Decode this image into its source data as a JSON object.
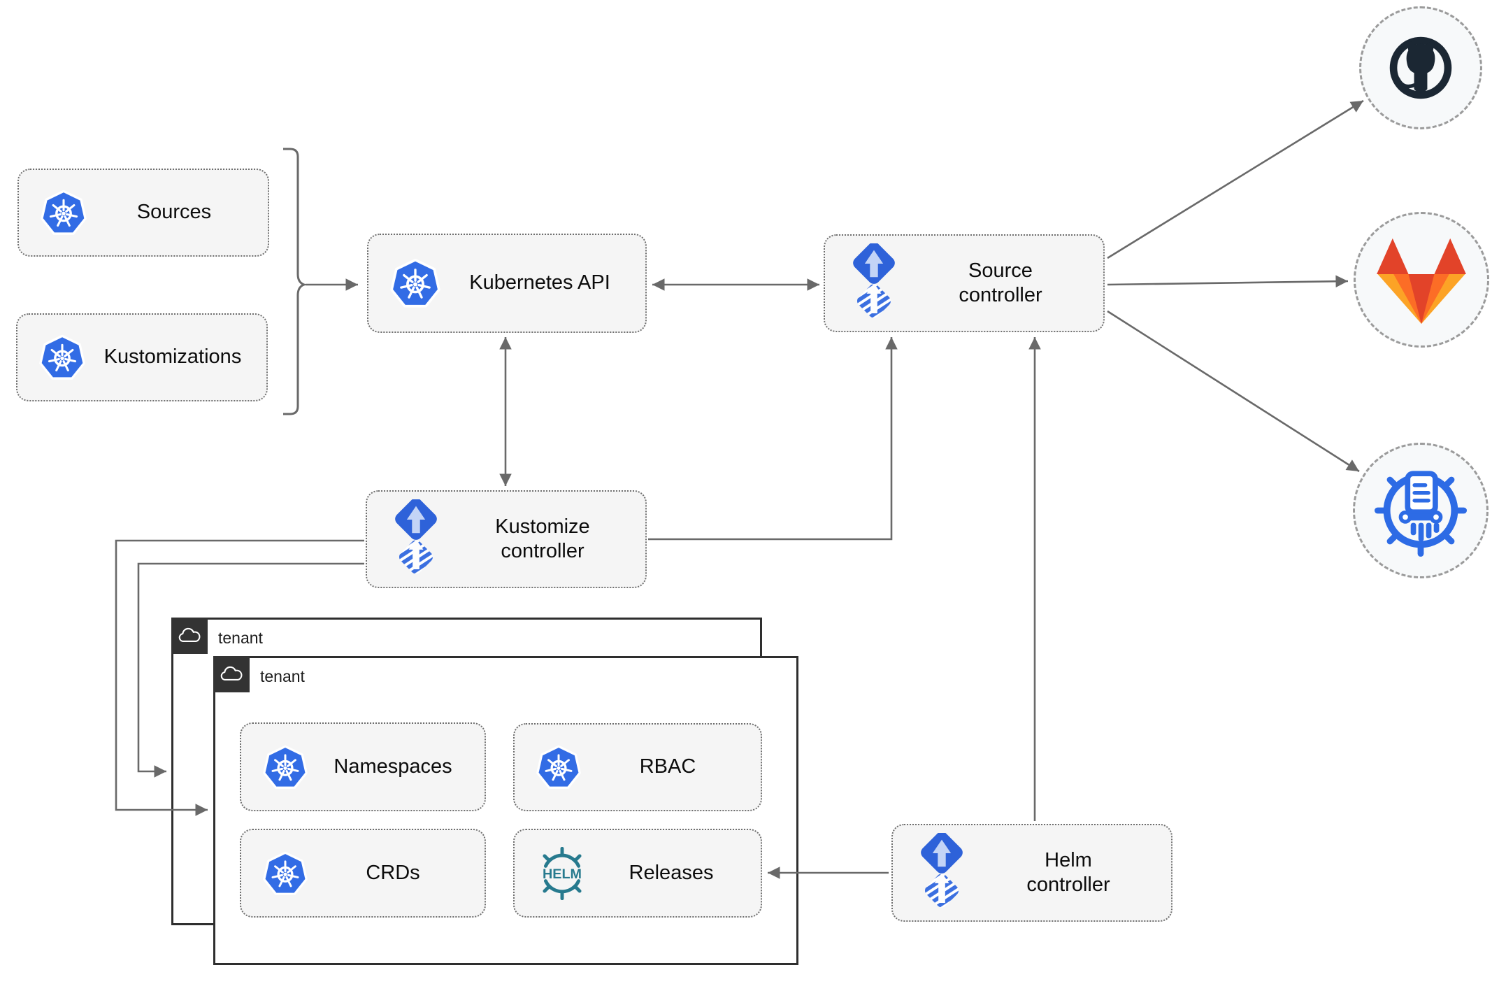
{
  "nodes": {
    "sources": {
      "label": "Sources"
    },
    "kustomizations": {
      "label": "Kustomizations"
    },
    "kubernetes_api": {
      "label": "Kubernetes API"
    },
    "source_controller": {
      "label": "Source controller"
    },
    "kustomize_controller": {
      "label": "Kustomize controller"
    },
    "helm_controller": {
      "label": "Helm controller"
    },
    "namespaces": {
      "label": "Namespaces"
    },
    "rbac": {
      "label": "RBAC"
    },
    "crds": {
      "label": "CRDs"
    },
    "releases": {
      "label": "Releases"
    }
  },
  "tenant": {
    "label": "tenant"
  },
  "helm_logo_text": "HELM",
  "remotes": {
    "github": "github-repository",
    "gitlab": "gitlab-repository",
    "helm_repository": "helm-chart-repository"
  },
  "icons": {
    "kubernetes": "kubernetes-wheel",
    "flux": "flux-diamond-arrow",
    "helm": "helm-ship-wheel",
    "cloud": "cloud"
  },
  "colors": {
    "kubernetes_blue": "#326ce5",
    "flux_blue": "#2e62d9",
    "flux_stripe_blue": "#3b6fe0",
    "flux_arrow_light": "#c3d4f6",
    "helm_teal": "#277a8e",
    "github_dark": "#1b2733",
    "gitlab_red": "#e24329",
    "gitlab_orange": "#fc6d26",
    "gitlab_amber": "#fca326",
    "chart_repo_blue": "#2d6be5",
    "node_bg": "#f5f5f5",
    "line_gray": "#696969",
    "tenant_header_dark": "#333333"
  }
}
